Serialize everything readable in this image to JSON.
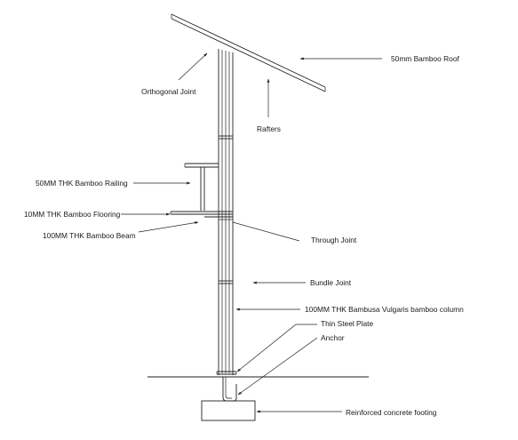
{
  "labels": {
    "roof": "50mm Bamboo Roof",
    "orthogonal_joint": "Orthogonal Joint",
    "rafters": "Rafters",
    "railing": "50MM THK Bamboo Railing",
    "flooring": "10MM THK Bamboo Flooring",
    "beam": "100MM THK Bamboo Beam",
    "through_joint": "Through Joint",
    "bundle_joint": "Bundle Joint",
    "column": "100MM THK Bambusa Vulgaris bamboo column",
    "steel_plate": "Thin Steel Plate",
    "anchor": "Anchor",
    "footing": "Reinforced concrete footing"
  }
}
